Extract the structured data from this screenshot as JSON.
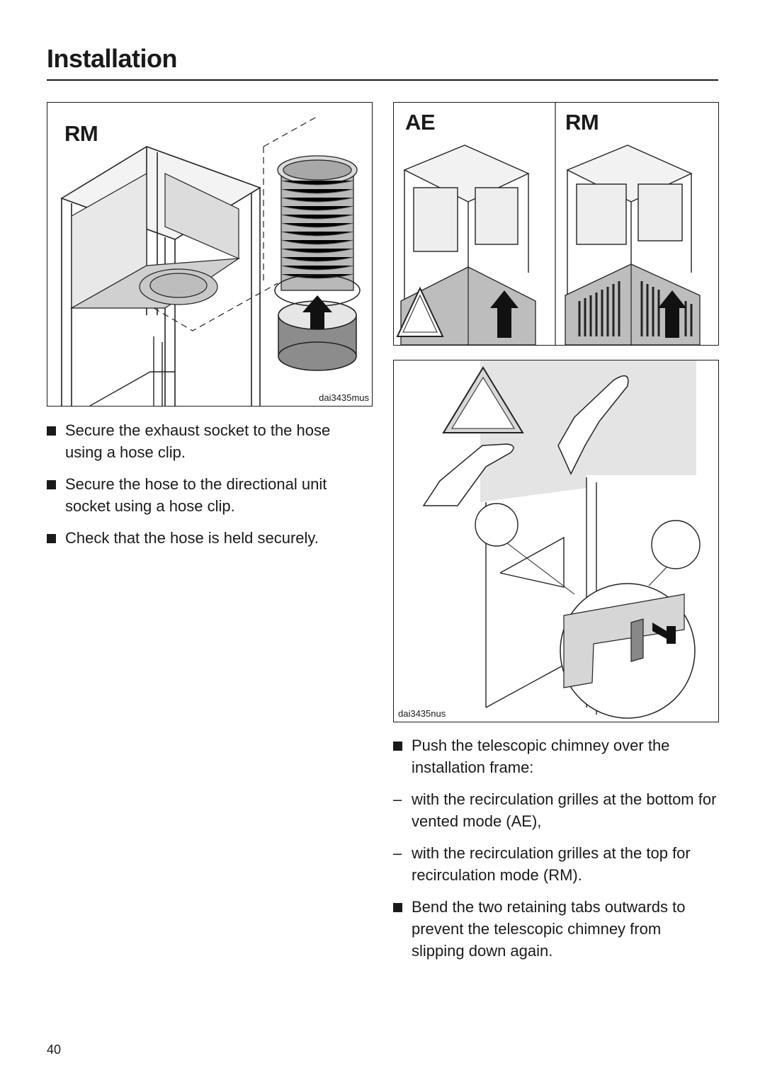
{
  "page": {
    "title": "Installation",
    "page_number": "40"
  },
  "figure_left": {
    "label": "RM",
    "code": "dai3435mus"
  },
  "figure_top_right": {
    "label_left": "AE",
    "label_right": "RM"
  },
  "figure_bottom_right": {
    "code": "dai3435nus"
  },
  "left_steps": [
    {
      "text": "Secure the exhaust socket to the hose using a hose clip."
    },
    {
      "text": "Secure the hose to the directional unit socket using a hose clip."
    },
    {
      "text": "Check that the hose is held securely."
    }
  ],
  "right_steps": [
    {
      "marker": "bullet",
      "text": "Push the telescopic chimney over the installation frame:"
    },
    {
      "marker": "dash",
      "dash_char": "–",
      "text": "with the recirculation grilles at the bottom for vented mode (AE),"
    },
    {
      "marker": "dash",
      "dash_char": "–",
      "text": "with the recirculation grilles at the top for recirculation mode (RM)."
    },
    {
      "marker": "bullet",
      "text": "Bend the two retaining tabs outwards to prevent the telescopic chimney from slipping down again."
    }
  ]
}
